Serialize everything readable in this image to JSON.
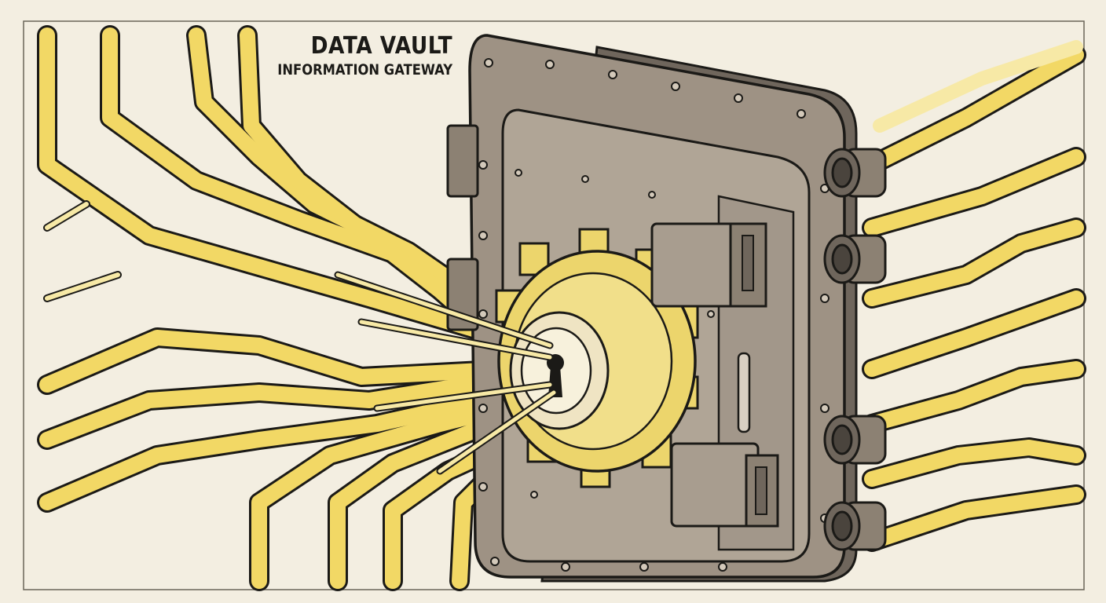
{
  "title_block": {
    "title": "DATA VAULT",
    "subtitle": "INFORMATION GATEWAY"
  },
  "illustration": {
    "subject": [
      "vault-door",
      "gear",
      "keyhole",
      "data-streams",
      "hinges",
      "latches"
    ],
    "colors": {
      "paper": "#f3eee1",
      "ink": "#1b1a17",
      "stream": "#f2d865",
      "stream_light": "#f7e9a6",
      "metal": "#9e9284",
      "metal_dark": "#6f665c",
      "metal_light": "#b8ad9f",
      "gear": "#ecd56c"
    }
  }
}
